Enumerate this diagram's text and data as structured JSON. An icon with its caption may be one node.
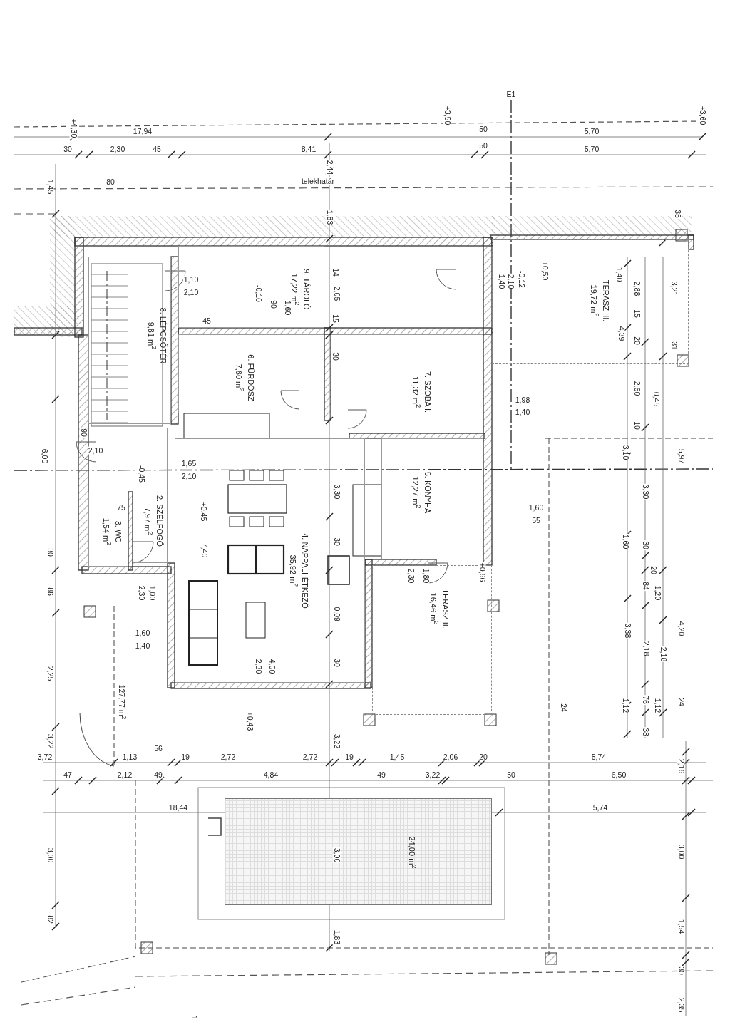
{
  "diagram": {
    "nodes": [
      {
        "text": [
          "8. LÉPCSŐTÉR",
          "9,81 m$^{2}$"
        ]
      },
      {
        "text": [
          "9. TÁROLÓ",
          "17,22 m$^{2}$"
        ]
      },
      {
        "text": [
          "TERASZ III.",
          "19,72 m$^{2}$"
        ]
      },
      {
        "text": [
          "6. FÜRDŐSZ",
          "7,60 m$^{2}$"
        ]
      },
      {
        "text": [
          "7. SZOBA I.",
          "11,32 m$^{2}$"
        ]
      },
      {
        "text": [
          "2. SZÉLFOGÓ",
          "7,97 m$^{2}$"
        ]
      },
      {
        "text": [
          "4. NAPPALI-ÉTKEZŐ",
          "35,92 m$^{2}$"
        ]
      },
      {
        "text": [
          "5. KONYHA",
          "12,27 m$^{2}$"
        ]
      },
      {
        "text": [
          "3. WC",
          "1,54 m$^{2}$"
        ]
      },
      {
        "text": [
          "TERASZ II.",
          "16,46 m$^{2}$"
        ]
      },
      {
        "text": [
          "24,00 m$^{2}$"
        ]
      }
    ],
    "labels": [
      "E1",
      "+4,30",
      "+3,50",
      "+3,60",
      "17,94",
      "50",
      "5,70",
      "30",
      "2,30",
      "45",
      "8,41",
      "2,44",
      "50",
      "5,70",
      "1,45",
      "80",
      "telekhatár",
      "1,83",
      "35",
      "1,10",
      "2,10",
      "-0,10",
      "90",
      "1,60",
      "14",
      "2,05",
      "15",
      "1,40",
      "2,10",
      "-0,12",
      "+0,50",
      "1,40",
      "2,88",
      "15",
      "4,39",
      "20",
      "3,21",
      "31",
      "45",
      "30",
      "1,98",
      "1,40",
      "2,60",
      "0,45",
      "10",
      "90",
      "2,10",
      "6,00",
      "3,10",
      "5,97",
      "1,65",
      "2,10",
      "-0,45",
      "3,30",
      "3,30",
      "75",
      "+0,45",
      "1,60",
      "55",
      "1,60",
      "30",
      "7,40",
      "30",
      "30",
      "2,30",
      "1,80",
      "+0,66",
      "20",
      "84",
      "1,20",
      "86",
      "2,30",
      "1,00",
      "-0,09",
      "3,38",
      "4,20",
      "1,60",
      "1,40",
      "2,18",
      "2,18",
      "2,30",
      "4,00",
      "30",
      "2,25",
      "127,77 m$^{2}$",
      "1,12",
      "76",
      "1,12",
      "24",
      "24",
      "+0,43",
      "38",
      "3,22",
      "3,22",
      "56",
      "3,72",
      "1,13",
      "19",
      "2,72",
      "2,72",
      "19",
      "1,45",
      "2,06",
      "20",
      "5,74",
      "2,16",
      "47",
      "2,12",
      "49",
      "4,84",
      "49",
      "3,22",
      "50",
      "6,50",
      "18,44",
      "5,74",
      "3,00",
      "3,00",
      "3,00",
      "82",
      "1,83",
      "1,54",
      "30",
      "2,35",
      "1"
    ]
  }
}
